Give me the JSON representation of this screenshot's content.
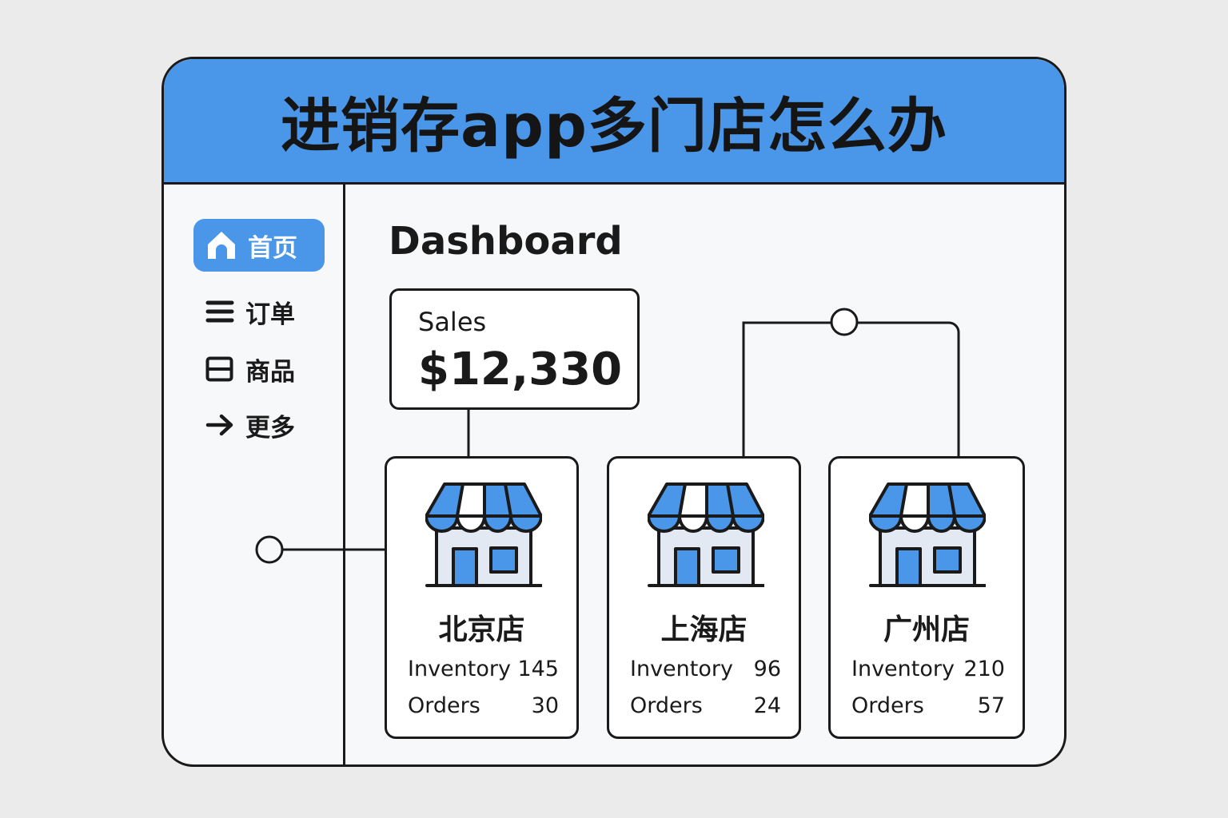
{
  "header": {
    "title": "进销存app多门店怎么办"
  },
  "sidebar": {
    "items": [
      {
        "label": "首页",
        "icon": "home-icon",
        "active": true
      },
      {
        "label": "订单",
        "icon": "menu-icon"
      },
      {
        "label": "商品",
        "icon": "box-icon"
      },
      {
        "label": "更多",
        "icon": "arrow-right-icon"
      }
    ]
  },
  "main": {
    "title": "Dashboard",
    "sales": {
      "label": "Sales",
      "value": "$12,330"
    },
    "stores": [
      {
        "name": "北京店",
        "inventory_label": "Inventory",
        "inventory": "145",
        "orders_label": "Orders",
        "orders": "30"
      },
      {
        "name": "上海店",
        "inventory_label": "Inventory",
        "inventory": "96",
        "orders_label": "Orders",
        "orders": "24"
      },
      {
        "name": "广州店",
        "inventory_label": "Inventory",
        "inventory": "210",
        "orders_label": "Orders",
        "orders": "57"
      }
    ]
  },
  "colors": {
    "accent": "#4a96e8",
    "background": "#ebebeb",
    "outline": "#1a1a1a"
  }
}
